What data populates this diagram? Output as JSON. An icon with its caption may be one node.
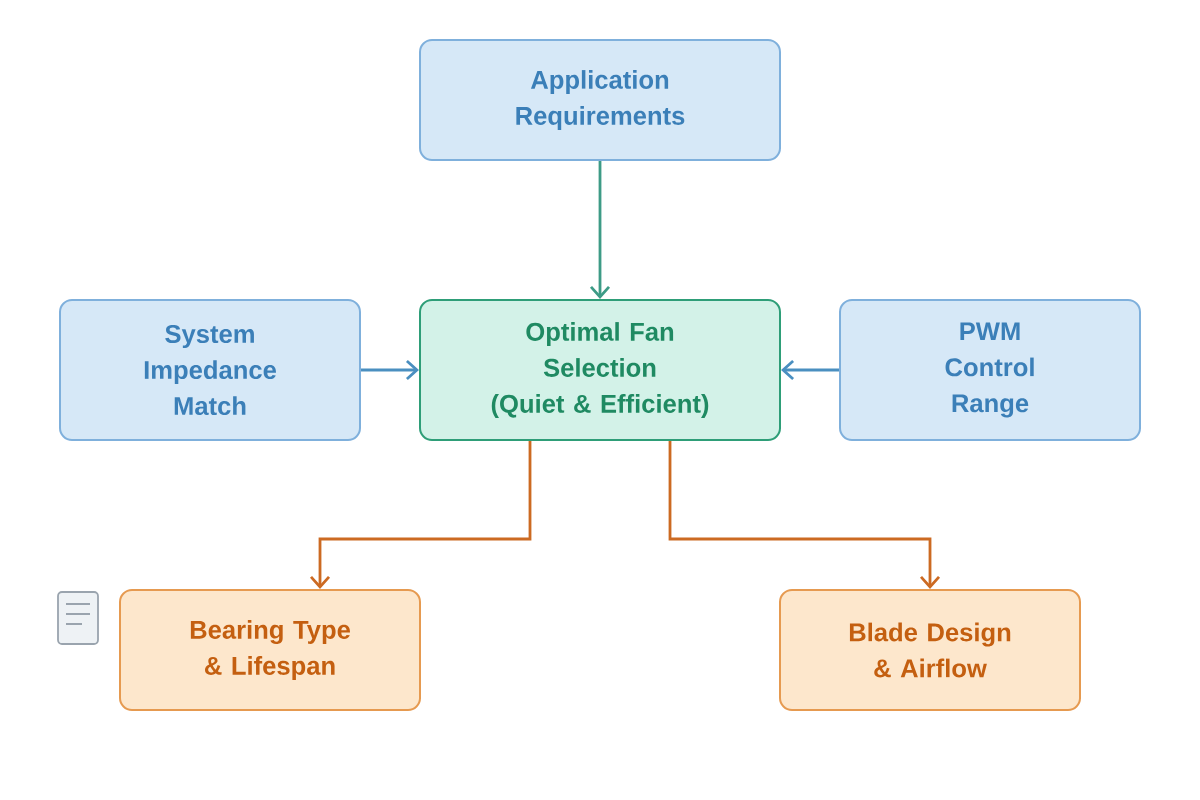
{
  "diagram": {
    "nodes": [
      {
        "text": [
          "Application Requirements"
        ]
      },
      {
        "text": [
          "System Impedance Match"
        ]
      },
      {
        "text": [
          "Optimal Fan Selection (Quiet & Efficient)"
        ]
      },
      {
        "text": [
          "PWM Control Range"
        ]
      },
      {
        "text": [
          "Bearing Type & Lifespan"
        ]
      },
      {
        "text": [
          "Blade Design & Airflow"
        ]
      }
    ],
    "edges": [
      {
        "from": 0,
        "to": 2,
        "arrow": "to",
        "color": "#3d9b86"
      },
      {
        "from": 1,
        "to": 2,
        "arrow": "to",
        "color": "#4a8fc0"
      },
      {
        "from": 3,
        "to": 2,
        "arrow": "to",
        "color": "#4a8fc0"
      },
      {
        "from": 2,
        "to": 4,
        "arrow": "to",
        "color": "#cc6a22"
      },
      {
        "from": 2,
        "to": 5,
        "arrow": "to",
        "color": "#cc6a22"
      }
    ]
  }
}
